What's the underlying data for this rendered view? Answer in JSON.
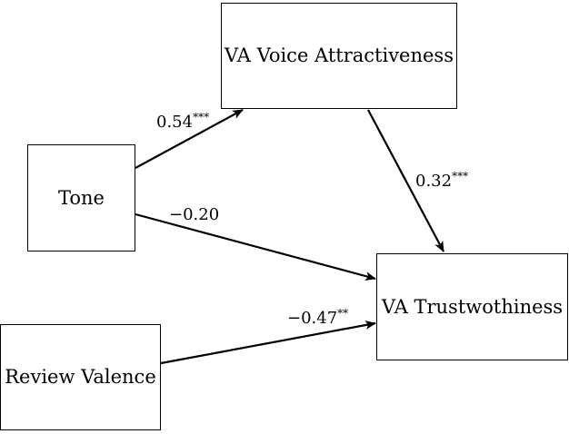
{
  "nodes": {
    "tone": "Tone",
    "va_voice_attractiveness": "VA Voice Attractiveness",
    "va_trustworthiness": "VA Trustwothiness",
    "review_valence": "Review Valence"
  },
  "edges": {
    "tone_to_attractiveness": {
      "value": "0.54",
      "stars": "***"
    },
    "attractiveness_to_trust": {
      "value": "0.32",
      "stars": "***"
    },
    "tone_to_trust": {
      "value": "−0.20",
      "stars": ""
    },
    "review_to_trust": {
      "value": "−0.47",
      "stars": "**"
    }
  }
}
